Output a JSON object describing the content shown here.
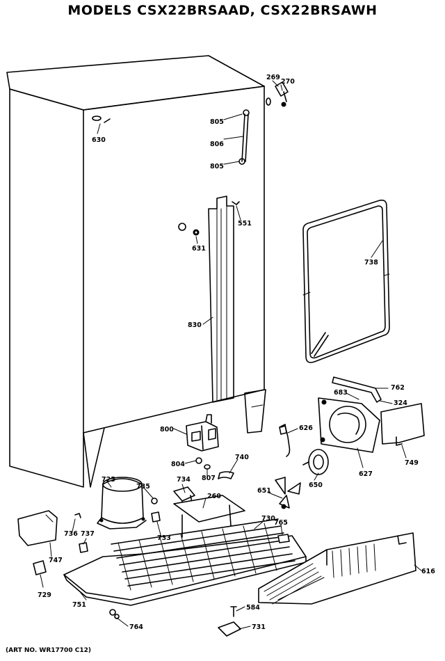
{
  "header": {
    "title": "MODELS CSX22BRSAAD, CSX22BRSAWH"
  },
  "footer": {
    "art_no": "(ART NO. WR17700 C12)"
  },
  "parts": {
    "p269": "269",
    "p270": "270",
    "p805a": "805",
    "p806": "806",
    "p805b": "805",
    "p630": "630",
    "p551": "551",
    "p631": "631",
    "p738": "738",
    "p830": "830",
    "p762": "762",
    "p683": "683",
    "p324": "324",
    "p800": "800",
    "p626": "626",
    "p749": "749",
    "p804": "804",
    "p740": "740",
    "p627": "627",
    "p725": "725",
    "p735": "735",
    "p734": "734",
    "p807": "807",
    "p650": "650",
    "p651": "651",
    "p260": "260",
    "p730": "730",
    "p765": "765",
    "p736": "736",
    "p737": "737",
    "p733": "733",
    "p747": "747",
    "p616": "616",
    "p729": "729",
    "p751": "751",
    "p584": "584",
    "p764": "764",
    "p731": "731"
  }
}
